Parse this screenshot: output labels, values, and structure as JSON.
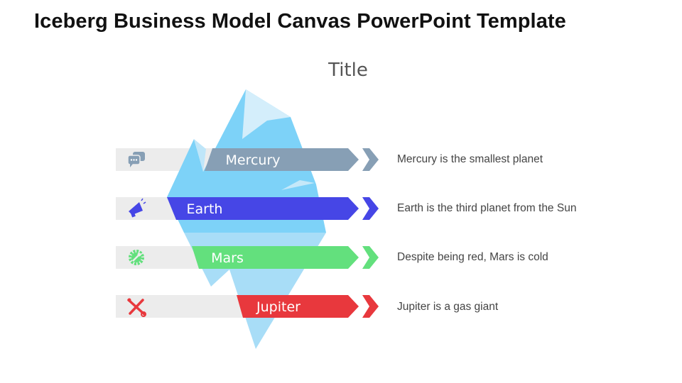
{
  "header": {
    "title": "Iceberg Business Model Canvas PowerPoint Template",
    "subtitle": "Title"
  },
  "rows": [
    {
      "label": "Mercury",
      "description": "Mercury is the smallest planet",
      "icon": "chat-bubbles-icon",
      "color": "#879fb5"
    },
    {
      "label": "Earth",
      "description": "Earth is the third planet from the Sun",
      "icon": "megaphone-icon",
      "color": "#4646e6"
    },
    {
      "label": "Mars",
      "description": "Despite being red, Mars is cold",
      "icon": "gear-wrench-icon",
      "color": "#63e07d"
    },
    {
      "label": "Jupiter",
      "description": "Jupiter is a gas giant",
      "icon": "tools-icon",
      "color": "#e8383d"
    }
  ]
}
